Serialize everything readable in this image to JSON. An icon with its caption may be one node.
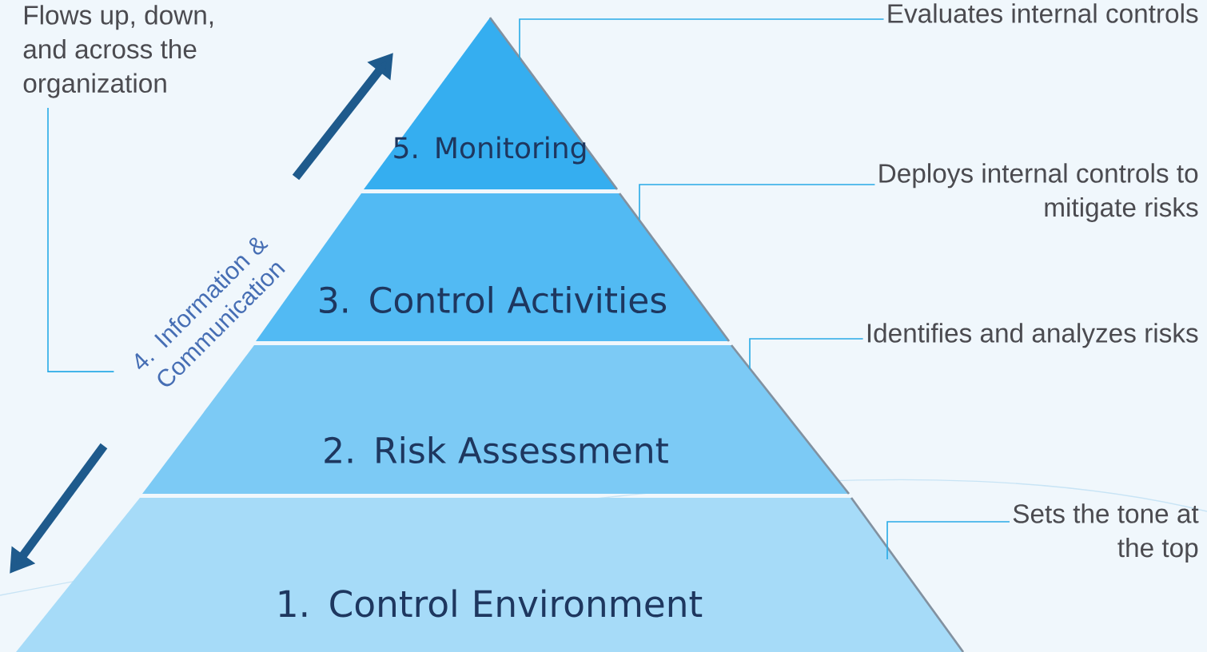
{
  "diagram": {
    "nodes": [
      {
        "text": [
          "5. Monitoring"
        ]
      },
      {
        "text": [
          "3. Control Activities"
        ]
      },
      {
        "text": [
          "2. Risk Assessment"
        ]
      },
      {
        "text": [
          "1. Control Environment"
        ]
      },
      {
        "text": [
          "4. Information & Communication"
        ]
      },
      {
        "text": [
          "Flows up, down, and across the organization"
        ]
      },
      {
        "text": [
          "Evaluates internal controls"
        ]
      },
      {
        "text": [
          "Deploys internal controls to mitigate risks"
        ]
      },
      {
        "text": [
          "Identifies and analyzes risks"
        ]
      },
      {
        "text": [
          "Sets the tone at the top"
        ]
      }
    ],
    "edges": [
      {
        "from": 6,
        "to": 0,
        "arrow": "none"
      },
      {
        "from": 7,
        "to": 1,
        "arrow": "none"
      },
      {
        "from": 8,
        "to": 2,
        "arrow": "none"
      },
      {
        "from": 9,
        "to": 3,
        "arrow": "none"
      },
      {
        "from": 5,
        "to": 4,
        "arrow": "none"
      }
    ]
  }
}
